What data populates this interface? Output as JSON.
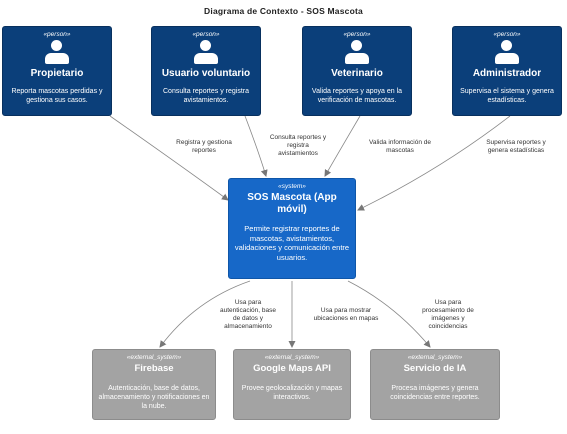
{
  "title": "Diagrama de Contexto - SOS Mascota",
  "persons": [
    {
      "stereotype": "«person»",
      "name": "Propietario",
      "description": "Reporta mascotas perdidas y gestiona sus casos."
    },
    {
      "stereotype": "«person»",
      "name": "Usuario voluntario",
      "description": "Consulta reportes y registra avistamientos."
    },
    {
      "stereotype": "«person»",
      "name": "Veterinario",
      "description": "Valida reportes y apoya en la verificación de mascotas."
    },
    {
      "stereotype": "«person»",
      "name": "Administrador",
      "description": "Supervisa el sistema y genera estadísticas."
    }
  ],
  "system": {
    "stereotype": "«system»",
    "name": "SOS Mascota (App móvil)",
    "description": "Permite registrar reportes de mascotas, avistamientos, validaciones y comunicación entre usuarios."
  },
  "external_systems": [
    {
      "stereotype": "«external_system»",
      "name": "Firebase",
      "description": "Autenticación, base de datos, almacenamiento y notificaciones en la nube."
    },
    {
      "stereotype": "«external_system»",
      "name": "Google Maps API",
      "description": "Provee geolocalización y mapas interactivos."
    },
    {
      "stereotype": "«external_system»",
      "name": "Servicio de IA",
      "description": "Procesa imágenes y genera coincidencias entre reportes."
    }
  ],
  "relations": [
    "Registra y gestiona\nreportes",
    "Consulta reportes y\nregistra\navistamientos",
    "Valida información de\nmascotas",
    "Supervisa reportes y\ngenera estadísticas",
    "Usa para\nautenticación, base\nde datos y\nalmacenamiento",
    "Usa para mostrar\nubicaciones en mapas",
    "Usa para\nprocesamiento de\nimágenes y\ncoincidencias"
  ],
  "colors": {
    "person": "#0b3f7a",
    "system": "#1768c8",
    "external_system": "#a3a3a3",
    "arrow": "#777777"
  }
}
